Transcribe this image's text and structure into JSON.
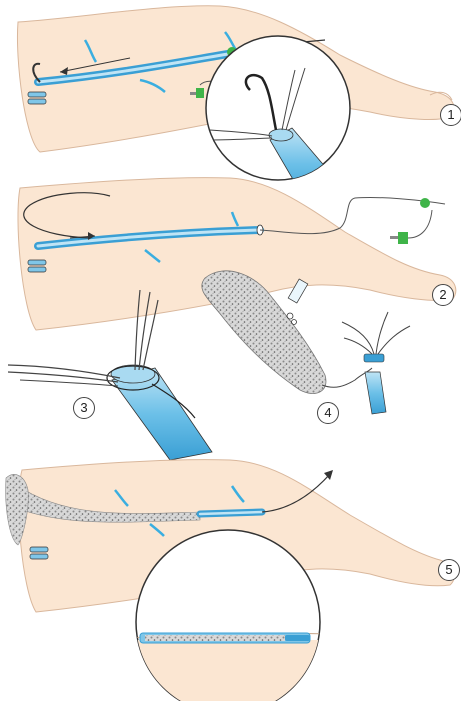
{
  "figure": {
    "steps": [
      "1",
      "2",
      "3",
      "4",
      "5"
    ]
  },
  "colors": {
    "skin": "#fbe6d2",
    "skin_outline": "#d9b79c",
    "catheter_blue": "#7fc6e8",
    "vein_blue": "#3aaee0",
    "valve_green": "#3fb449",
    "outline": "#333333"
  }
}
